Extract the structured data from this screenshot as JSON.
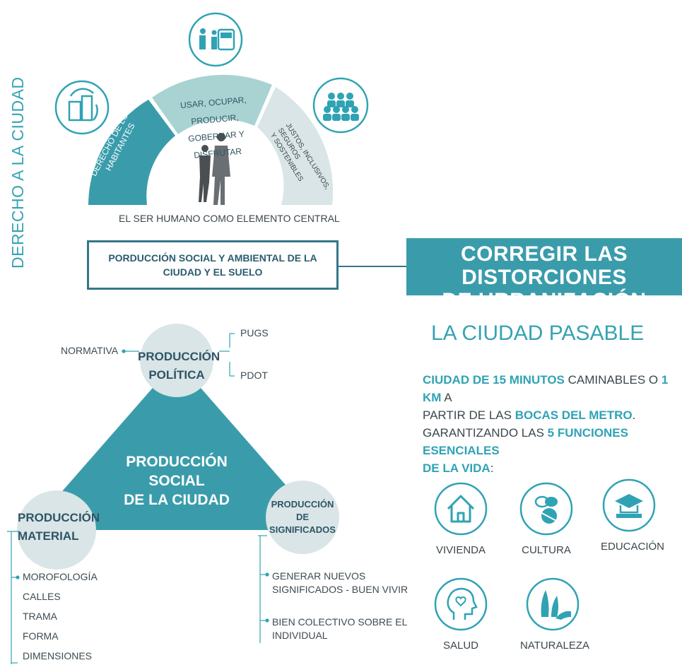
{
  "vertical_title": "DERECHO A LA CIUDAD",
  "arc": {
    "left_label_line1": "DERECHO DE  LOS",
    "left_label_line2": "HABITANTES",
    "top_label_line1": "USAR, OCUPAR, PRODUCIR,",
    "top_label_line2": "GOBERNAR Y DISFRUTAR",
    "right_label_line1": "JUSTOS, INCLUSIVOS, SEGUROS",
    "right_label_line2": "Y SOSTENIBLES",
    "caption": "EL SER HUMANO COMO ELEMENTO CENTRAL"
  },
  "production_box": {
    "line1": "PORDUCCIÓN SOCIAL Y AMBIENTAL DE LA",
    "line2": "CIUDAD Y EL SUELO"
  },
  "headline": {
    "line1": "CORREGIR LAS DISTORCIONES",
    "line2": "DE URBANIZACIÓN"
  },
  "triangle": {
    "center_line1": "PRODUCCIÓN SOCIAL",
    "center_line2": "DE LA CIUDAD",
    "top_node_line1": "PRODUCCIÓN",
    "top_node_line2": "POLÍTICA",
    "left_node_line1": "PRODUCCIÓN",
    "left_node_line2": "MATERIAL",
    "right_node_line1": "PRODUCCIÓN",
    "right_node_line2": "DE",
    "right_node_line3": "SIGNIFICADOS"
  },
  "politica_items": {
    "left": "NORMATIVA",
    "right_1": "PUGS",
    "right_2": "PDOT"
  },
  "material_items": [
    "MOROFOLOGÍA",
    "CALLES",
    "TRAMA",
    "FORMA",
    "DIMENSIONES"
  ],
  "significados_items": {
    "item1_line1": "GENERAR NUEVOS",
    "item1_line2": "SIGNIFICADOS - BUEN VIVIR",
    "item2_line1": "BIEN COLECTIVO SOBRE EL",
    "item2_line2": "INDIVIDUAL"
  },
  "pasable": {
    "title": "LA CIUDAD PASABLE",
    "p1_a": "CIUDAD DE 15 MINUTOS",
    "p1_b": " CAMINABLES O ",
    "p1_c": "1 KM",
    "p1_d": " A",
    "p2_a": "PARTIR DE LAS ",
    "p2_b": "BOCAS DEL METRO",
    "p2_c": ".",
    "p3_a": "GARANTIZANDO LAS ",
    "p3_b": "5 FUNCIONES ESENCIALES",
    "p4_a": "DE LA VIDA",
    "p4_b": ":"
  },
  "functions": [
    "VIVIENDA",
    "CULTURA",
    "EDUCACIÓN",
    "SALUD",
    "NATURALEZA"
  ],
  "icons": [
    "buildings-icon",
    "people-transit-icon",
    "community-icon",
    "house-icon",
    "culture-icon",
    "education-icon",
    "health-icon",
    "nature-icon"
  ],
  "colors": {
    "teal": "#3a9cab",
    "light_teal": "#a9d3d3",
    "grey_circle": "#d9e5e6",
    "dark_text": "#2d4d59"
  }
}
